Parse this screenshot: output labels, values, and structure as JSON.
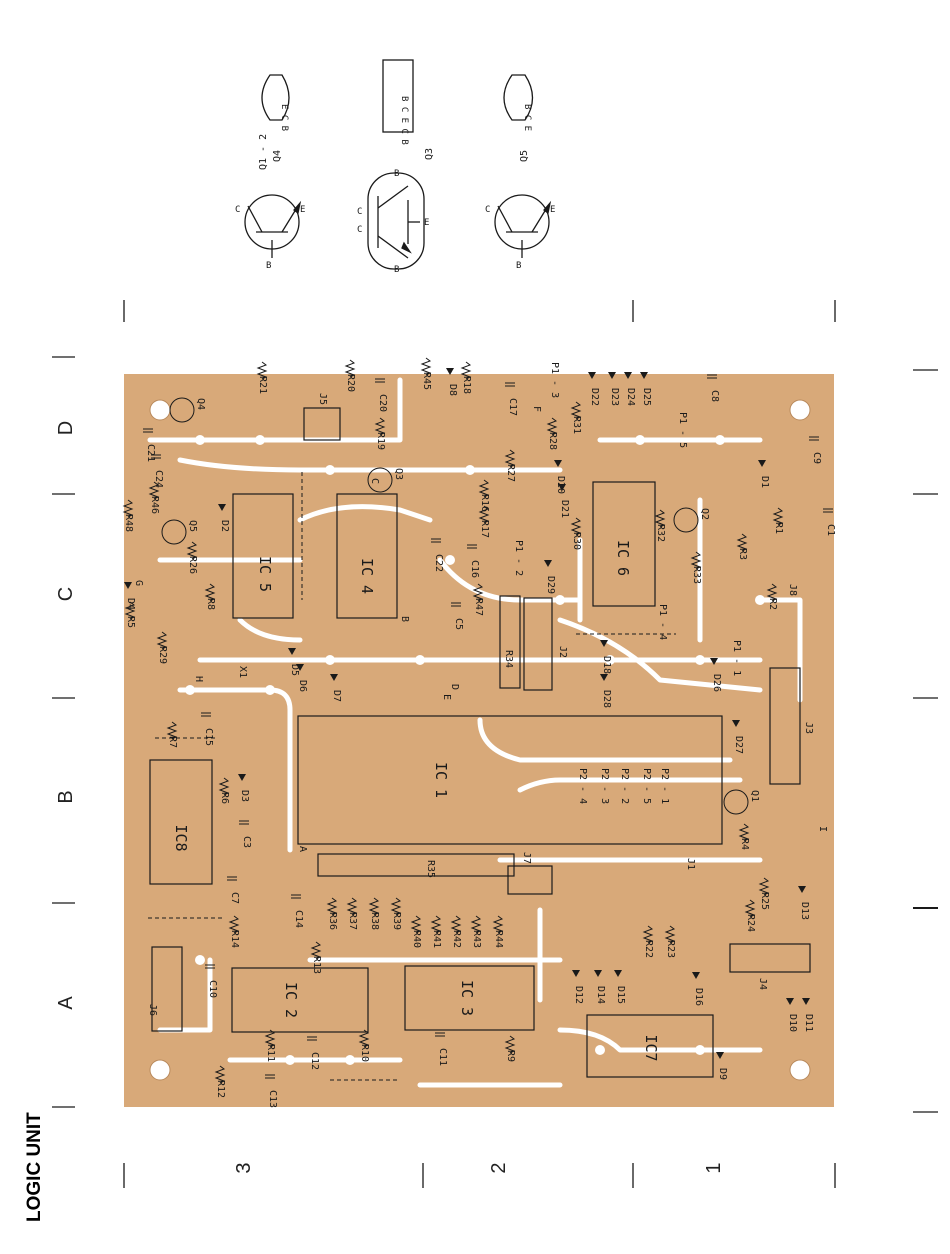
{
  "page_title": "LOGIC UNIT",
  "colors": {
    "board": "#d8a979",
    "trace": "#ffffff",
    "ink": "#1a1a1a"
  },
  "grid": {
    "columns": [
      "A",
      "B",
      "C",
      "D"
    ],
    "rows": [
      "1",
      "2",
      "3"
    ]
  },
  "transistor_pinouts": [
    {
      "labels": [
        "Q1 - 2",
        "Q4"
      ],
      "pins": [
        "C",
        "B",
        "E"
      ],
      "package_pins": "E C B"
    },
    {
      "labels": [
        "Q3"
      ],
      "pins": [
        "C",
        "C",
        "B",
        "B",
        "E"
      ],
      "package_pins": "B C E C B"
    },
    {
      "labels": [
        "Q5"
      ],
      "pins": [
        "C",
        "B",
        "E"
      ],
      "package_pins": "B C E"
    }
  ],
  "ics": [
    {
      "id": "ic1",
      "label": "IC 1"
    },
    {
      "id": "ic2",
      "label": "IC 2"
    },
    {
      "id": "ic3",
      "label": "IC 3"
    },
    {
      "id": "ic4",
      "label": "IC 4"
    },
    {
      "id": "ic5",
      "label": "IC 5"
    },
    {
      "id": "ic6",
      "label": "IC 6"
    },
    {
      "id": "ic7",
      "label": "IC7"
    },
    {
      "id": "ic8",
      "label": "IC8"
    }
  ],
  "connectors": [
    "J1",
    "J2",
    "J3",
    "J4",
    "J5",
    "J6",
    "J7",
    "J8"
  ],
  "resistor_networks": [
    "R34",
    "R35"
  ],
  "resistors": [
    "R1",
    "R2",
    "R3",
    "R4",
    "R5",
    "R6",
    "R7",
    "R8",
    "R9",
    "R10",
    "R11",
    "R12",
    "R13",
    "R14",
    "R16",
    "R17",
    "R18",
    "R19",
    "R20",
    "R21",
    "R22",
    "R23",
    "R24",
    "R25",
    "R26",
    "R27",
    "R28",
    "R29",
    "R30",
    "R31",
    "R32",
    "R33",
    "R36",
    "R37",
    "R38",
    "R39",
    "R40",
    "R41",
    "R42",
    "R43",
    "R44",
    "R45",
    "R46",
    "R47",
    "R48"
  ],
  "capacitors": [
    "C1",
    "C3",
    "C5",
    "C7",
    "C8",
    "C9",
    "C10",
    "C11",
    "C12",
    "C13",
    "C14",
    "C15",
    "C16",
    "C17",
    "C20",
    "C21",
    "C22",
    "C24"
  ],
  "diodes": [
    "D1",
    "D2",
    "D3",
    "D4",
    "D5",
    "D6",
    "D7",
    "D8",
    "D9",
    "D10",
    "D11",
    "D12",
    "D13",
    "D14",
    "D15",
    "D16",
    "D18",
    "D20",
    "D21",
    "D22",
    "D23",
    "D24",
    "D25",
    "D26",
    "D27",
    "D28",
    "D29"
  ],
  "transistors": [
    "Q1",
    "Q2",
    "Q3",
    "Q4",
    "Q5"
  ],
  "crystal": "X1",
  "test_points": [
    "P1 - 1",
    "P1 - 2",
    "P1 - 3",
    "P1 - 4",
    "P1 - 5",
    "P2 - 1",
    "P2 - 2",
    "P2 - 3",
    "P2 - 4",
    "P2 - 5"
  ],
  "jumper_points": [
    "A",
    "B",
    "C",
    "D",
    "E",
    "F",
    "G",
    "H",
    "I"
  ]
}
